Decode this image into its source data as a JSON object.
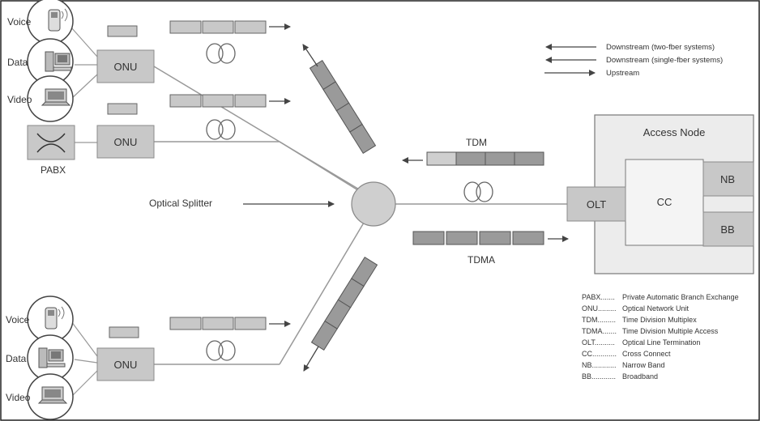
{
  "devices_top": {
    "voice": "Voice",
    "data": "Data",
    "video": "Video"
  },
  "devices_bottom": {
    "voice": "Voice",
    "data": "Data",
    "video": "Video"
  },
  "onu_label": "ONU",
  "pabx_label": "PABX",
  "splitter_label": "Optical Splitter",
  "tdm_label": "TDM",
  "tdma_label": "TDMA",
  "access_node": {
    "title": "Access Node",
    "olt": "OLT",
    "cc": "CC",
    "nb": "NB",
    "bb": "BB"
  },
  "direction_legend": [
    "Downstream (two-fber systems)",
    "Downstream (single-fber systems)",
    "Upstream"
  ],
  "glossary": [
    {
      "term": "PABX.......",
      "definition": "Private Automatic Branch Exchange"
    },
    {
      "term": "ONU.........",
      "definition": "Optical Network Unit"
    },
    {
      "term": "TDM.........",
      "definition": "Time Division Multiplex"
    },
    {
      "term": "TDMA.......",
      "definition": "Time Division Multiple Access"
    },
    {
      "term": "OLT..........",
      "definition": "Optical Line Termination"
    },
    {
      "term": "CC............",
      "definition": "Cross Connect"
    },
    {
      "term": "NB............",
      "definition": "Narrow Band"
    },
    {
      "term": "BB............",
      "definition": "Broadband"
    }
  ],
  "colors": {
    "box_fill": "#c8c8c8",
    "box_stroke": "#8a8a8a",
    "line": "#999999",
    "access_fill": "#ececec",
    "packet_light": "#cfcfcf",
    "packet_dark": "#9a9a9a",
    "splitter_fill": "#cfcfcf"
  }
}
